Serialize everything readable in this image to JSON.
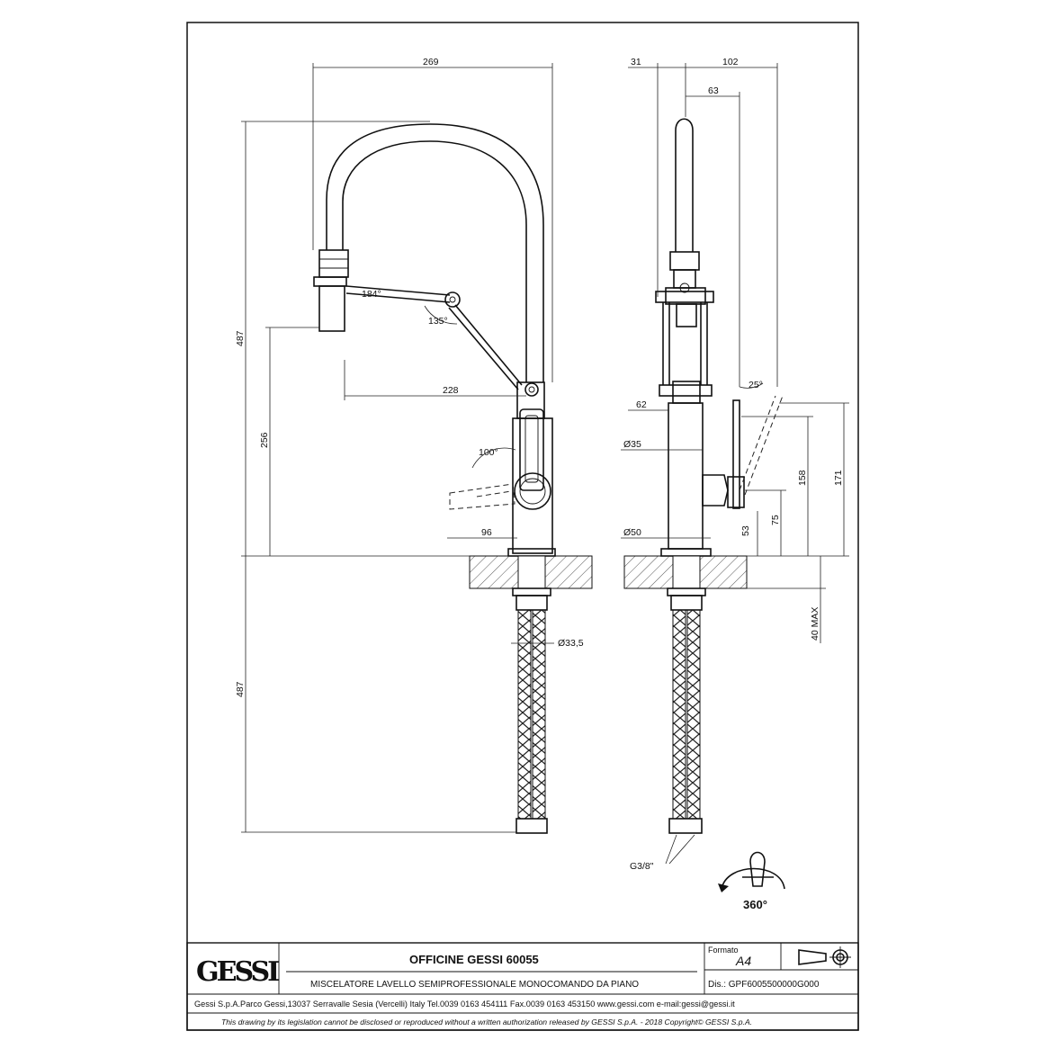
{
  "dimensions": {
    "width_269": "269",
    "height_left_487_top": "487",
    "height_256": "256",
    "length_228": "228",
    "length_96": "96",
    "angle_184": "184°",
    "angle_135": "135°",
    "angle_100": "100°",
    "height_left_487_bottom": "487",
    "dia_33_5": "Ø33,5",
    "w_31": "31",
    "w_102": "102",
    "w_63": "63",
    "w_62": "62",
    "dia_35": "Ø35",
    "dia_50": "Ø50",
    "angle_25": "25°",
    "h_171": "171",
    "h_158": "158",
    "h_75": "75",
    "h_53": "53",
    "h_40max": "40 MAX",
    "thread": "G3/8\"",
    "rotation": "360°"
  },
  "title_block": {
    "logo": "GESSI",
    "product": "OFFICINE GESSI 60055",
    "description": "MISCELATORE LAVELLO SEMIPROFESSIONALE MONOCOMANDO DA PIANO",
    "format_label": "Formato",
    "format_value": "A4",
    "drawing_number": "Dis.: GPF6005500000G000",
    "address": "Gessi S.p.A.Parco Gessi,13037 Serravalle Sesia (Vercelli) Italy Tel.0039 0163 454111 Fax.0039 0163 453150 www.gessi.com e-mail:gessi@gessi.it",
    "legal": "This drawing by its legislation cannot be disclosed or reproduced without a written authorization released by GESSI S.p.A. - 2018 Copyright© GESSI S.p.A."
  }
}
